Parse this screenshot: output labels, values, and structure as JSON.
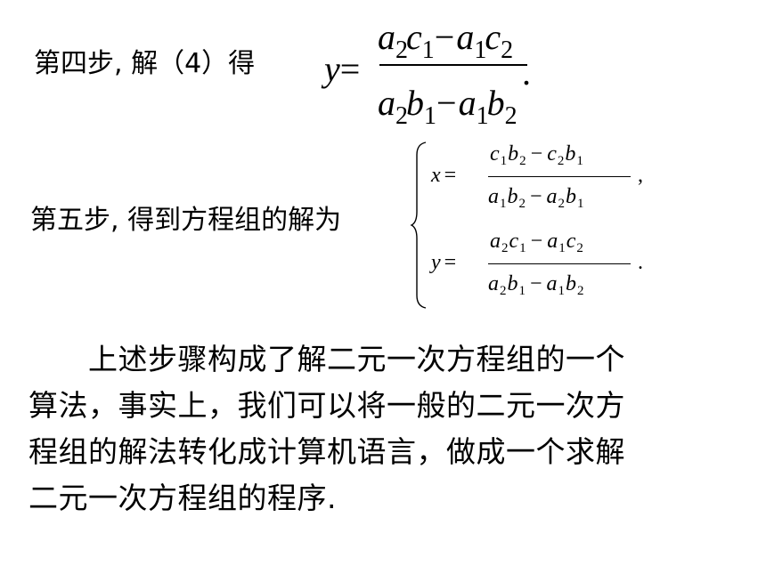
{
  "step4": {
    "label": "第四步, 解（4）得",
    "lhs": "y",
    "equals": "=",
    "numerator": {
      "a": "a",
      "a_sub": "2",
      "c": "c",
      "c_sub": "1",
      "op": "−",
      "a2": "a",
      "a2_sub": "1",
      "c2": "c",
      "c2_sub": "2"
    },
    "denominator": {
      "a": "a",
      "a_sub": "2",
      "b": "b",
      "b_sub": "1",
      "op": "−",
      "a2": "a",
      "a2_sub": "1",
      "b2": "b",
      "b2_sub": "2"
    },
    "end": "."
  },
  "step5": {
    "label": "第五步, 得到方程组的解为",
    "x_row": {
      "var": "x",
      "equals": "=",
      "num": [
        "c",
        "1",
        "b",
        "2",
        "−",
        "c",
        "2",
        "b",
        "1"
      ],
      "den": [
        "a",
        "1",
        "b",
        "2",
        "−",
        "a",
        "2",
        "b",
        "1"
      ],
      "end": ","
    },
    "y_row": {
      "var": "y",
      "equals": "=",
      "num": [
        "a",
        "2",
        "c",
        "1",
        "−",
        "a",
        "1",
        "c",
        "2"
      ],
      "den": [
        "a",
        "2",
        "b",
        "1",
        "−",
        "a",
        "1",
        "b",
        "2"
      ],
      "end": "."
    }
  },
  "paragraph": {
    "lines": [
      "　　上述步骤构成了解二元一次方程组的一个",
      "算法，事实上，我们可以将一般的二元一次方",
      "程组的解法转化成计算机语言，做成一个求解",
      "二元一次方程组的程序."
    ]
  }
}
